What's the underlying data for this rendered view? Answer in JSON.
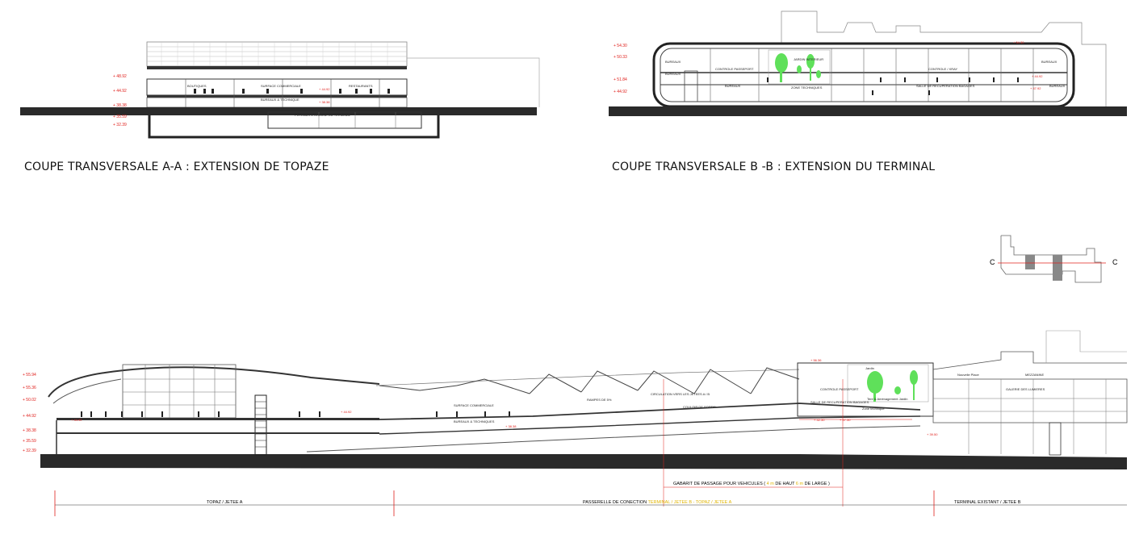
{
  "section_aa": {
    "caption": "COUPE TRANSVERSALE  A-A : EXTENSION DE TOPAZE",
    "levels": [
      "+ 48.92",
      "+ 44.92",
      "+ 38.38",
      "+ 35.59",
      "+ 32.39"
    ],
    "labels": [
      "BOUTIQUES",
      "SURFACE COMMERCIALE",
      "RESTAURANTS",
      "BUREAUX & TECHNIQUE",
      "POTEAUX D'ORIGINE DU TERMINAL"
    ],
    "marks": [
      "+ 44.92",
      "+ 38.38"
    ]
  },
  "section_bb": {
    "caption": "COUPE TRANSVERSALE  B -B : EXTENSION DU TERMINAL",
    "levels": [
      "+ 54.30",
      "+ 50.33",
      "+ 51.84",
      "+ 44.92"
    ],
    "labels": [
      "BUREAUX",
      "CONTROLE PASSEPORT",
      "JARDIN INTERIEUR",
      "CONTROLE / XRAY",
      "BUREAUX",
      "BUREAUX",
      "BUREAUX",
      "ZONE TECHNIQUES",
      "SALLE DE RECUPERATION BAGAGES",
      "BUREAUX"
    ],
    "marks": [
      "+ 54.30",
      "+ 44.92",
      "+ 47.92"
    ]
  },
  "section_cc": {
    "key_label_left": "C",
    "key_label_right": "C",
    "levels": [
      "+ 55.94",
      "+ 55.36",
      "+ 50.02",
      "+ 44.92",
      "+ 38.38",
      "+ 35.59",
      "+ 32.39"
    ],
    "labels": [
      "SURFACE COMMERCIALE",
      "RAMPES DE 5%",
      "CIRCULATION VERS LES JETEES A / B",
      "BUREAUX & TECHNIQUES",
      "COULOIR DE SORTIE",
      "Jardin",
      "CONTROLE PASSEPORT",
      "SALLE DE RECUPERATION BAGAGES",
      "Tere & Aménagement Jardin",
      "Zone technique",
      "Nouvelle Place",
      "MEZZANINE",
      "GALERIE DES LUMIERES"
    ],
    "marks": [
      "+ 56.36",
      "+ 44.92",
      "+ 38.38",
      "+ 47.30",
      "+ 42.30",
      "+ 39.50",
      "+ 44.92"
    ],
    "gabarit": {
      "prefix": "GABARIT DE PASSAGE POUR VEHICULES (",
      "height": "4 m",
      "mid": "DE HAUT",
      "width": "6 m",
      "suffix": "DE LARGE )"
    },
    "segments": {
      "left": "TOPAZ / JETEE A",
      "middle_prefix": "PASSERELLE DE CONECTION",
      "middle_parts": [
        "TERMINAL",
        "/ JETEE B",
        "- TOPAZ",
        "/ JETEE A"
      ],
      "right": "TERMINAL EXISTANT / JETEE B"
    }
  },
  "colors": {
    "level_red": "#e0201c",
    "garden_green": "#5fe05a",
    "ground": "#2a2a2a",
    "accent_yellow": "#e0b400"
  }
}
